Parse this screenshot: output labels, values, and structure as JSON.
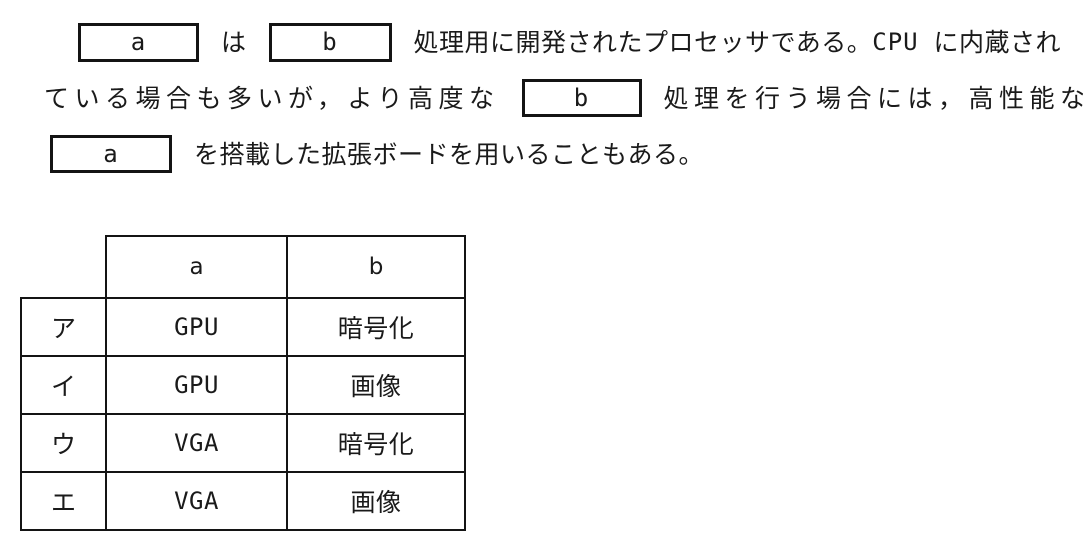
{
  "document": {
    "background_color": "#ffffff",
    "ink_color": "#1a1a1a"
  },
  "statement": {
    "line1": {
      "blank_a": "a",
      "particle_wa": "は",
      "blank_b": "b",
      "text_after": "処理用に開発されたプロセッサである。",
      "text_cpu": "CPU",
      "text_tail": "に内蔵され"
    },
    "line2": {
      "text_before": "ている場合も多いが，より高度な",
      "blank_b": "b",
      "text_after": "処理を行う場合には，高性能な"
    },
    "line3": {
      "blank_a": "a",
      "text_after": "を搭載した拡張ボードを用いることもある。"
    }
  },
  "choice_table": {
    "headers": [
      "",
      "a",
      "b"
    ],
    "rows": [
      {
        "label": "ア",
        "a": "GPU",
        "b": "暗号化"
      },
      {
        "label": "イ",
        "a": "GPU",
        "b": "画像"
      },
      {
        "label": "ウ",
        "a": "VGA",
        "b": "暗号化"
      },
      {
        "label": "エ",
        "a": "VGA",
        "b": "画像"
      }
    ]
  }
}
